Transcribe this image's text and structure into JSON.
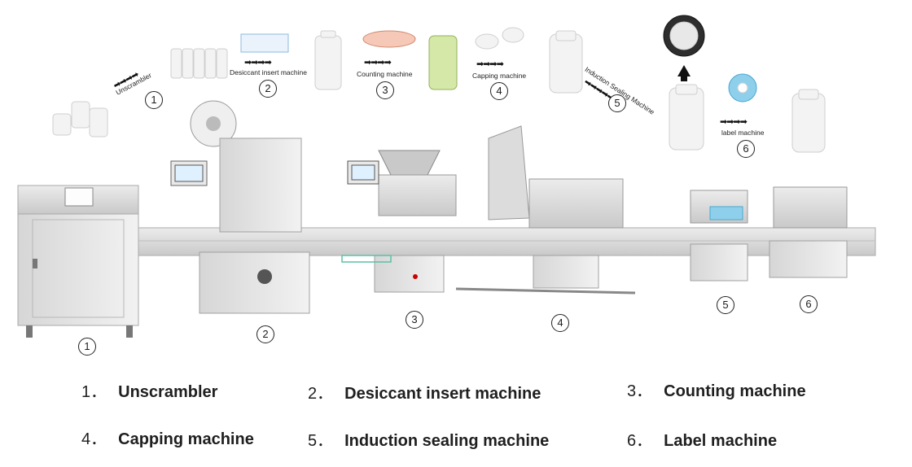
{
  "flow": {
    "steps": [
      {
        "num": "1",
        "label": "Unscrambler"
      },
      {
        "num": "2",
        "label": "Desiccant insert machine"
      },
      {
        "num": "3",
        "label": "Counting machine"
      },
      {
        "num": "4",
        "label": "Capping machine"
      },
      {
        "num": "5",
        "label": "Induction Sealing Machine"
      },
      {
        "num": "6",
        "label": "label machine"
      }
    ]
  },
  "machines": {
    "markers": [
      "1",
      "2",
      "3",
      "4",
      "5",
      "6"
    ]
  },
  "legend": {
    "items": [
      {
        "num": "1．",
        "label": "Unscrambler"
      },
      {
        "num": "2．",
        "label": "Desiccant insert machine"
      },
      {
        "num": "3．",
        "label": "Counting machine"
      },
      {
        "num": "4．",
        "label": "Capping machine"
      },
      {
        "num": "5．",
        "label": "Induction sealing machine"
      },
      {
        "num": "6．",
        "label": "Label machine"
      }
    ]
  },
  "colors": {
    "machine_body": "#d9d9d9",
    "machine_dark": "#9a9a9a",
    "bottle": "#f2f2f2",
    "accent_blue": "#7ec8e3",
    "text": "#1f1f1f"
  }
}
